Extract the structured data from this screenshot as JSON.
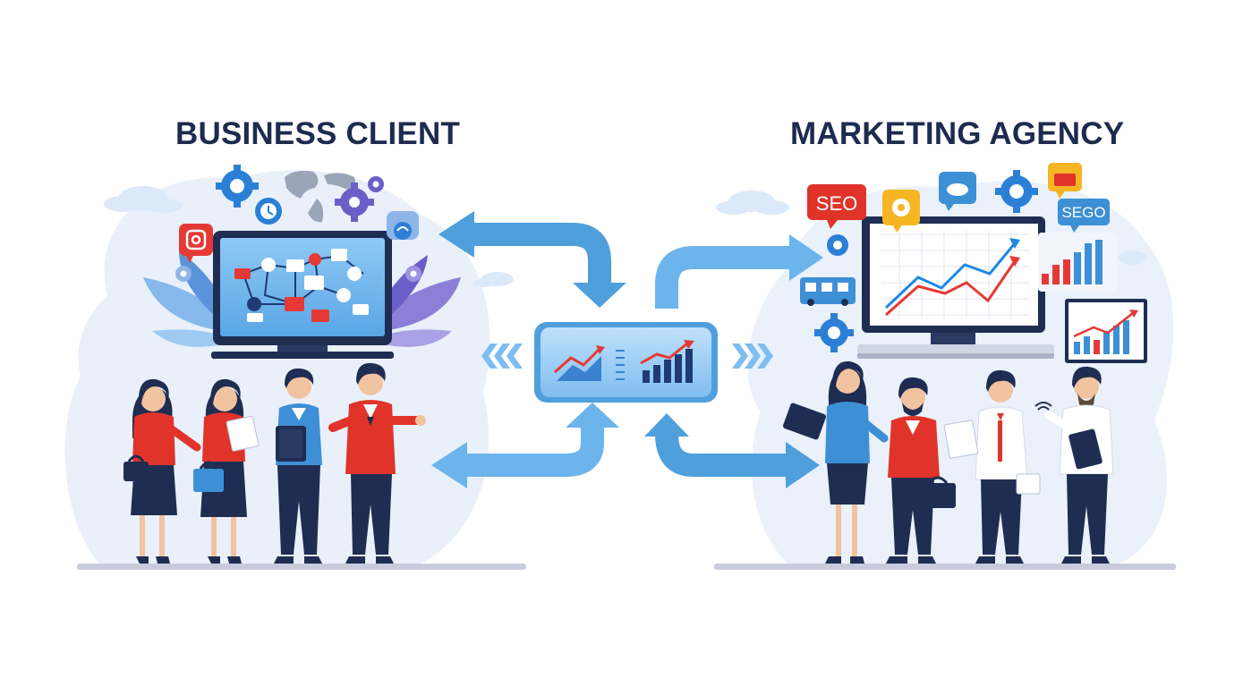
{
  "headings": {
    "left": "BUSINESS CLIENT",
    "right": "MARKETING AGENCY"
  },
  "badges": {
    "seo": "SEO",
    "sego": "SEGO"
  },
  "icons": {
    "left": [
      "gear-icon",
      "world-map-icon",
      "instagram-icon",
      "clock-icon",
      "gear-icon",
      "laptop-icon",
      "briefcase-icon",
      "clipboard-icon"
    ],
    "center": [
      "line-chart-icon",
      "bar-chart-icon",
      "chevrons-left-icon",
      "chevrons-right-icon"
    ],
    "right": [
      "seo-badge-icon",
      "gear-icon",
      "cloud-upload-icon",
      "toolbox-icon",
      "sego-badge-icon",
      "monitor-icon",
      "bar-chart-icon",
      "tablet-icon"
    ]
  },
  "colors": {
    "heading": "#1d2b4f",
    "arrow_blue": "#4f9fdc",
    "red": "#e0342b",
    "navy": "#1f2d52",
    "chart_red": "#e53935",
    "chart_blue": "#1e88e5",
    "gear_blue": "#2b7fd6",
    "ground": "#c7cbdc"
  }
}
